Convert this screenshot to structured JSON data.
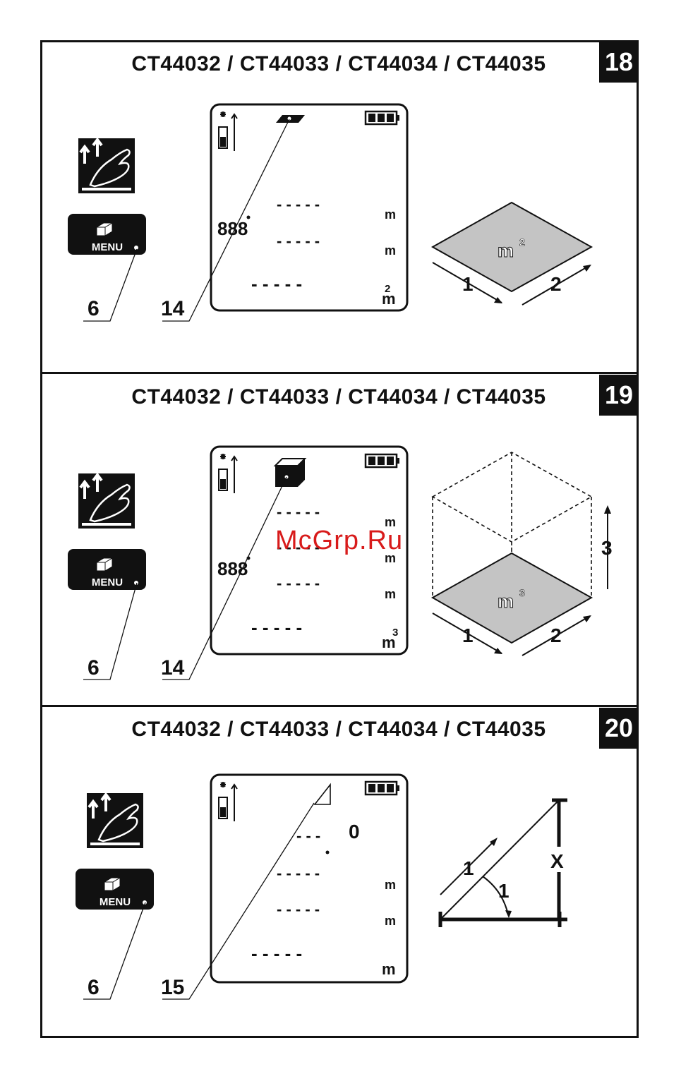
{
  "watermark": "McGrp.Ru",
  "panels": [
    {
      "number": "18",
      "title": "CT44032 / CT44033 / CT44034 / CT44035",
      "menu_label": "MENU",
      "callouts": [
        "6",
        "14"
      ],
      "display": {
        "digits": "888",
        "rows": [
          "- - - - -",
          "- - - - -",
          "- - - - -"
        ],
        "units": [
          "m",
          "m",
          "m"
        ],
        "unit_sup": "2"
      },
      "figure": {
        "area_label": "m",
        "area_sup": "2",
        "side1": "1",
        "side2": "2"
      }
    },
    {
      "number": "19",
      "title": "CT44032 / CT44033 / CT44034 / CT44035",
      "menu_label": "MENU",
      "callouts": [
        "6",
        "14"
      ],
      "display": {
        "digits": "888",
        "rows": [
          "- - - - -",
          "- - - - -",
          "- - - - -",
          "- - - - -"
        ],
        "units": [
          "m",
          "m",
          "m",
          "m"
        ],
        "unit_sup": "3"
      },
      "figure": {
        "area_label": "m",
        "area_sup": "3",
        "side1": "1",
        "side2": "2",
        "side3": "3"
      }
    },
    {
      "number": "20",
      "title": "CT44032 / CT44033 / CT44034 / CT44035",
      "menu_label": "MENU",
      "callouts": [
        "6",
        "15"
      ],
      "display": {
        "angle_digit": "0",
        "rows": [
          "- - - - -",
          "- - - - -",
          "- - - - -"
        ],
        "units": [
          "m",
          "m",
          "m"
        ]
      },
      "figure": {
        "hyp_label": "1",
        "angle_label": "1",
        "unknown_label": "X"
      }
    }
  ],
  "icons": [
    "finger-press-icon",
    "menu-button-icon",
    "laser-pointer-icon",
    "battery-icon",
    "area-mode-icon",
    "volume-mode-icon",
    "angle-mode-icon"
  ]
}
